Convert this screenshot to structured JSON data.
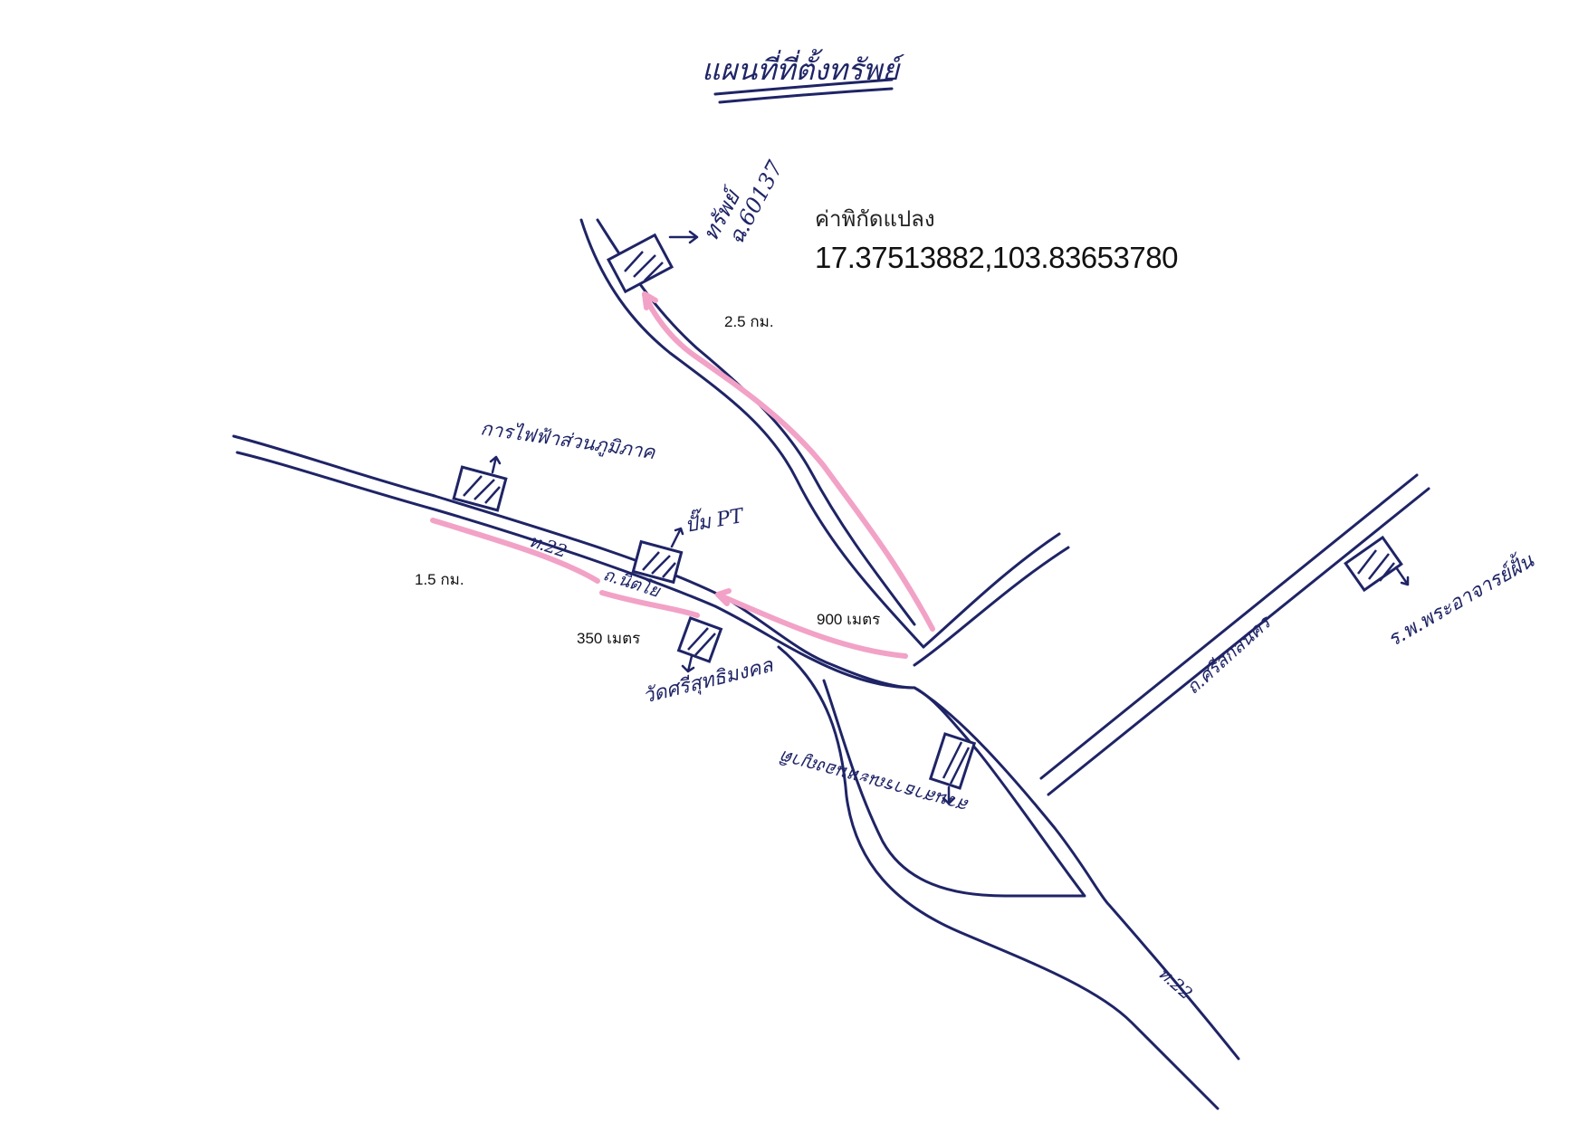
{
  "title": "แผนที่ที่ตั้งทรัพย์",
  "coordinates": {
    "label": "ค่าพิกัดแปลง",
    "value": "17.37513882,103.83653780"
  },
  "distances": {
    "to_property": "2.5 กม.",
    "west_leg": "1.5 กม.",
    "middle_leg": "350 เมตร",
    "junction_leg": "900 เมตร"
  },
  "landmarks": {
    "property": "ทรัพย์",
    "deed_number": "ฉ.60137",
    "power_office": "การไฟฟ้าส่วนภูมิภาค",
    "pt_station": "ปั๊ม PT",
    "temple": "วัดศรีสุทธิมงคล",
    "park": "สวนสาธารณะหนองญาติ",
    "hospital": "ร.พ.พระอาจารย์ฝั้น"
  },
  "roads": {
    "highway_a": "ท.22",
    "highway_b": "ถ.นิตโย",
    "highway_c": "ท.22",
    "side_road": "ถ.ศรีสกลนคร"
  },
  "colors": {
    "ink": "#1f2466",
    "route": "#f2a2c6"
  }
}
